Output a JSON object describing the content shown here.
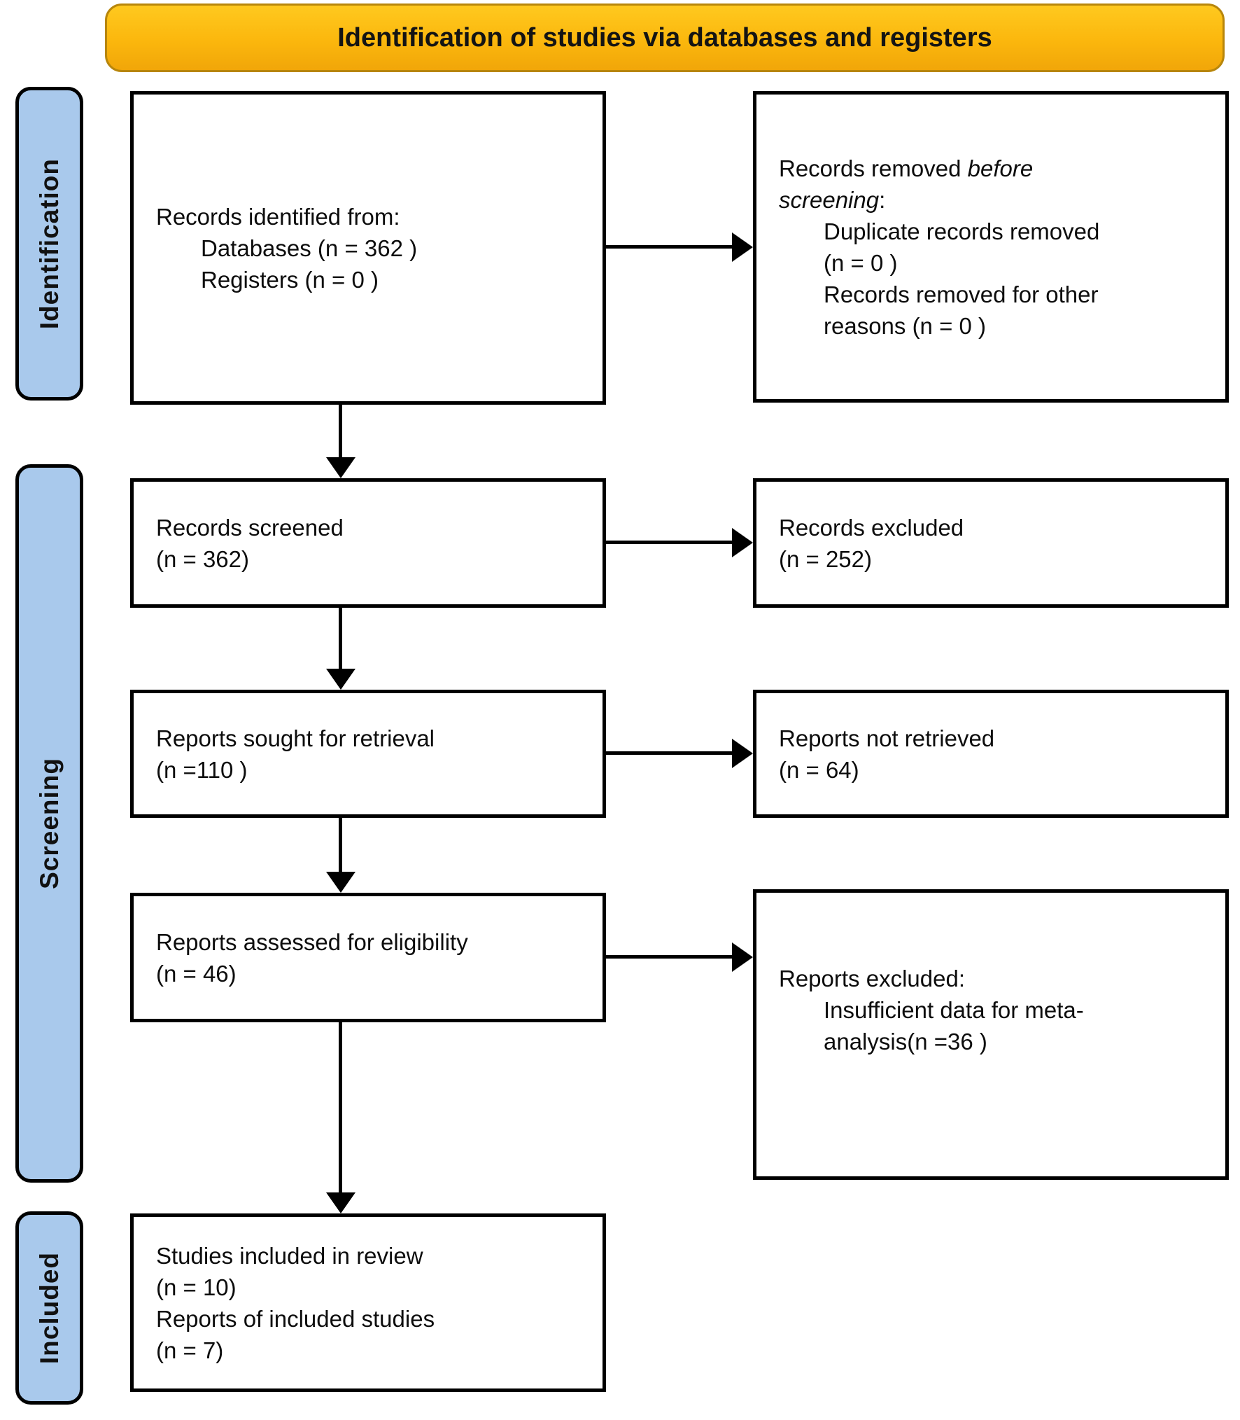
{
  "title": {
    "text": "Identification of studies via databases and registers"
  },
  "stages": [
    {
      "label": "Identification"
    },
    {
      "label": "Screening"
    },
    {
      "label": "Included"
    }
  ],
  "boxes": {
    "records_identified": {
      "l1": "Records identified from:",
      "l2": "Databases (n = 362 )",
      "l3": "Registers (n = 0 )"
    },
    "records_removed": {
      "l1a": "Records removed ",
      "l1b": "before",
      "l2a": "screening",
      "l2b": ":",
      "l3": "Duplicate records removed",
      "l4": "(n = 0 )",
      "l5": "Records removed for other",
      "l6": "reasons (n = 0 )"
    },
    "records_screened": {
      "l1": "Records screened",
      "l2": "(n = 362)"
    },
    "records_excluded": {
      "l1": "Records excluded",
      "l2": "(n = 252)"
    },
    "reports_sought": {
      "l1": "Reports sought for retrieval",
      "l2": "(n =110 )"
    },
    "reports_not_retrieved": {
      "l1": "Reports not retrieved",
      "l2": "(n = 64)"
    },
    "reports_assessed": {
      "l1": "Reports assessed for eligibility",
      "l2": "(n = 46)"
    },
    "reports_excluded": {
      "l1": "Reports excluded:",
      "l2": "Insufficient data for meta-",
      "l3": "analysis(n =36 )"
    },
    "studies_included": {
      "l1": "Studies included in review",
      "l2": "(n = 10)",
      "l3": "Reports of included studies",
      "l4": "(n = 7)"
    }
  },
  "colors": {
    "banner_fill": "#FCBD14",
    "banner_border": "#B8860B",
    "stage_fill": "#A9C9EC",
    "box_border": "#000000",
    "arrow": "#000000",
    "text": "#111111"
  }
}
